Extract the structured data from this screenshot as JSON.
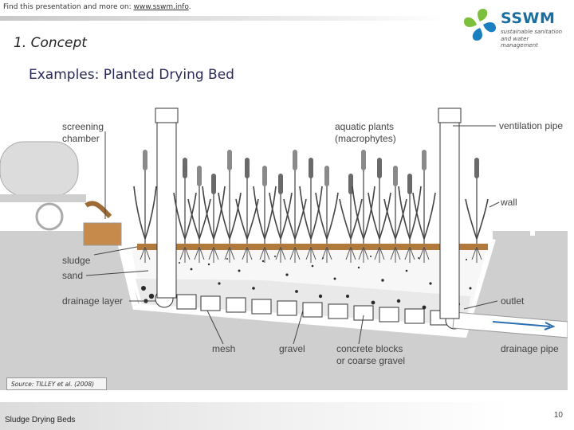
{
  "header": {
    "note_prefix": "Find this presentation and more on: ",
    "note_link": "www.sswm.info",
    "note_suffix": "."
  },
  "logo": {
    "brand": "SSWM",
    "tagline_1": "sustainable sanitation",
    "tagline_2": "and water management"
  },
  "slide": {
    "section_title": "1. Concept",
    "subtitle": "Examples: Planted Drying Bed"
  },
  "diagram": {
    "labels": {
      "screening_chamber_1": "screening",
      "screening_chamber_2": "chamber",
      "aquatic_plants_1": "aquatic plants",
      "aquatic_plants_2": "(macrophytes)",
      "ventilation_pipe": "ventilation pipe",
      "wall": "wall",
      "sludge": "sludge",
      "sand": "sand",
      "drainage_layer": "drainage layer",
      "outlet": "outlet",
      "mesh": "mesh",
      "gravel": "gravel",
      "concrete_blocks_1": "concrete blocks",
      "concrete_blocks_2": "or coarse gravel",
      "drainage_pipe": "drainage pipe"
    }
  },
  "source": "Source: TILLEY et al. (2008)",
  "footer": {
    "title": "Sludge Drying Beds",
    "page_number": "10"
  },
  "colors": {
    "ground": "#cfcfcf",
    "sludge": "#b07a3c",
    "gravel_bed": "#f5f5f5",
    "plant_green": "#4a4a4a",
    "pipe_blue": "#2a6fb0",
    "logo_blue": "#1a6fa0"
  }
}
